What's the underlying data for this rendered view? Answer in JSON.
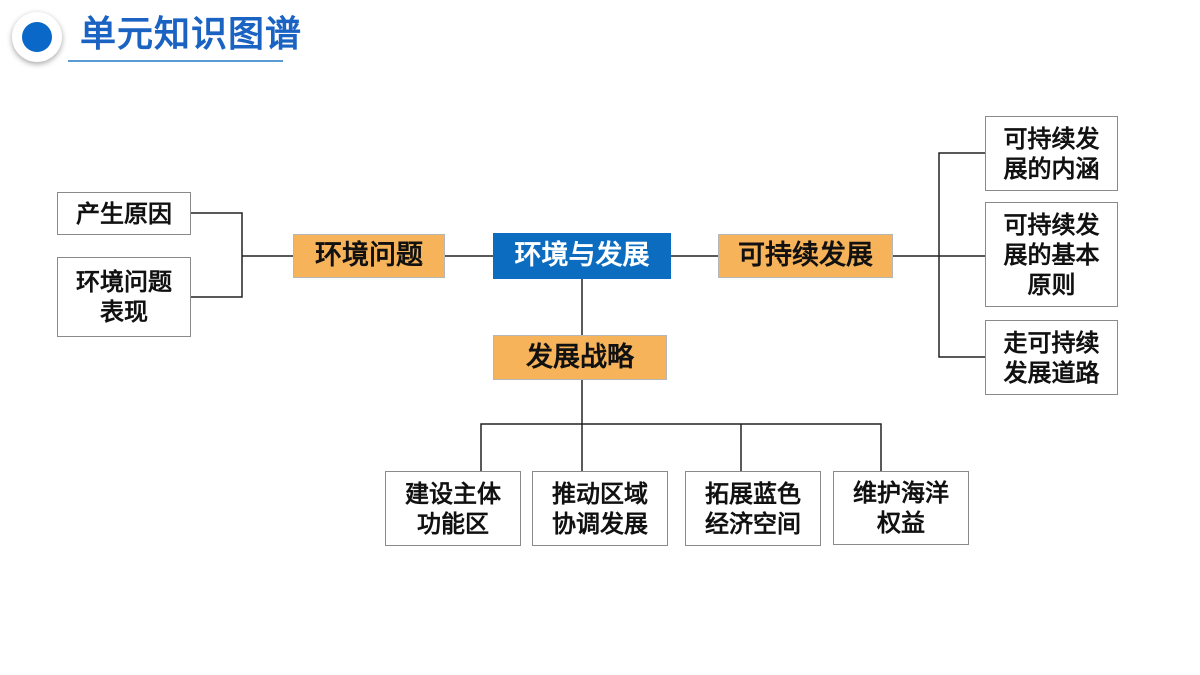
{
  "slide": {
    "title": "单元知识图谱"
  },
  "diagram": {
    "center": "环境与发展",
    "left_topic": "环境问题",
    "left_children": [
      "产生原因",
      "环境问题\n表现"
    ],
    "right_topic": "可持续发展",
    "right_children": [
      "可持续发\n展的内涵",
      "可持续发\n展的基本\n原则",
      "走可持续\n发展道路"
    ],
    "bottom_topic": "发展战略",
    "bottom_children": [
      "建设主体\n功能区",
      "推动区域\n协调发展",
      "拓展蓝色\n经济空间",
      "维护海洋\n权益"
    ]
  }
}
